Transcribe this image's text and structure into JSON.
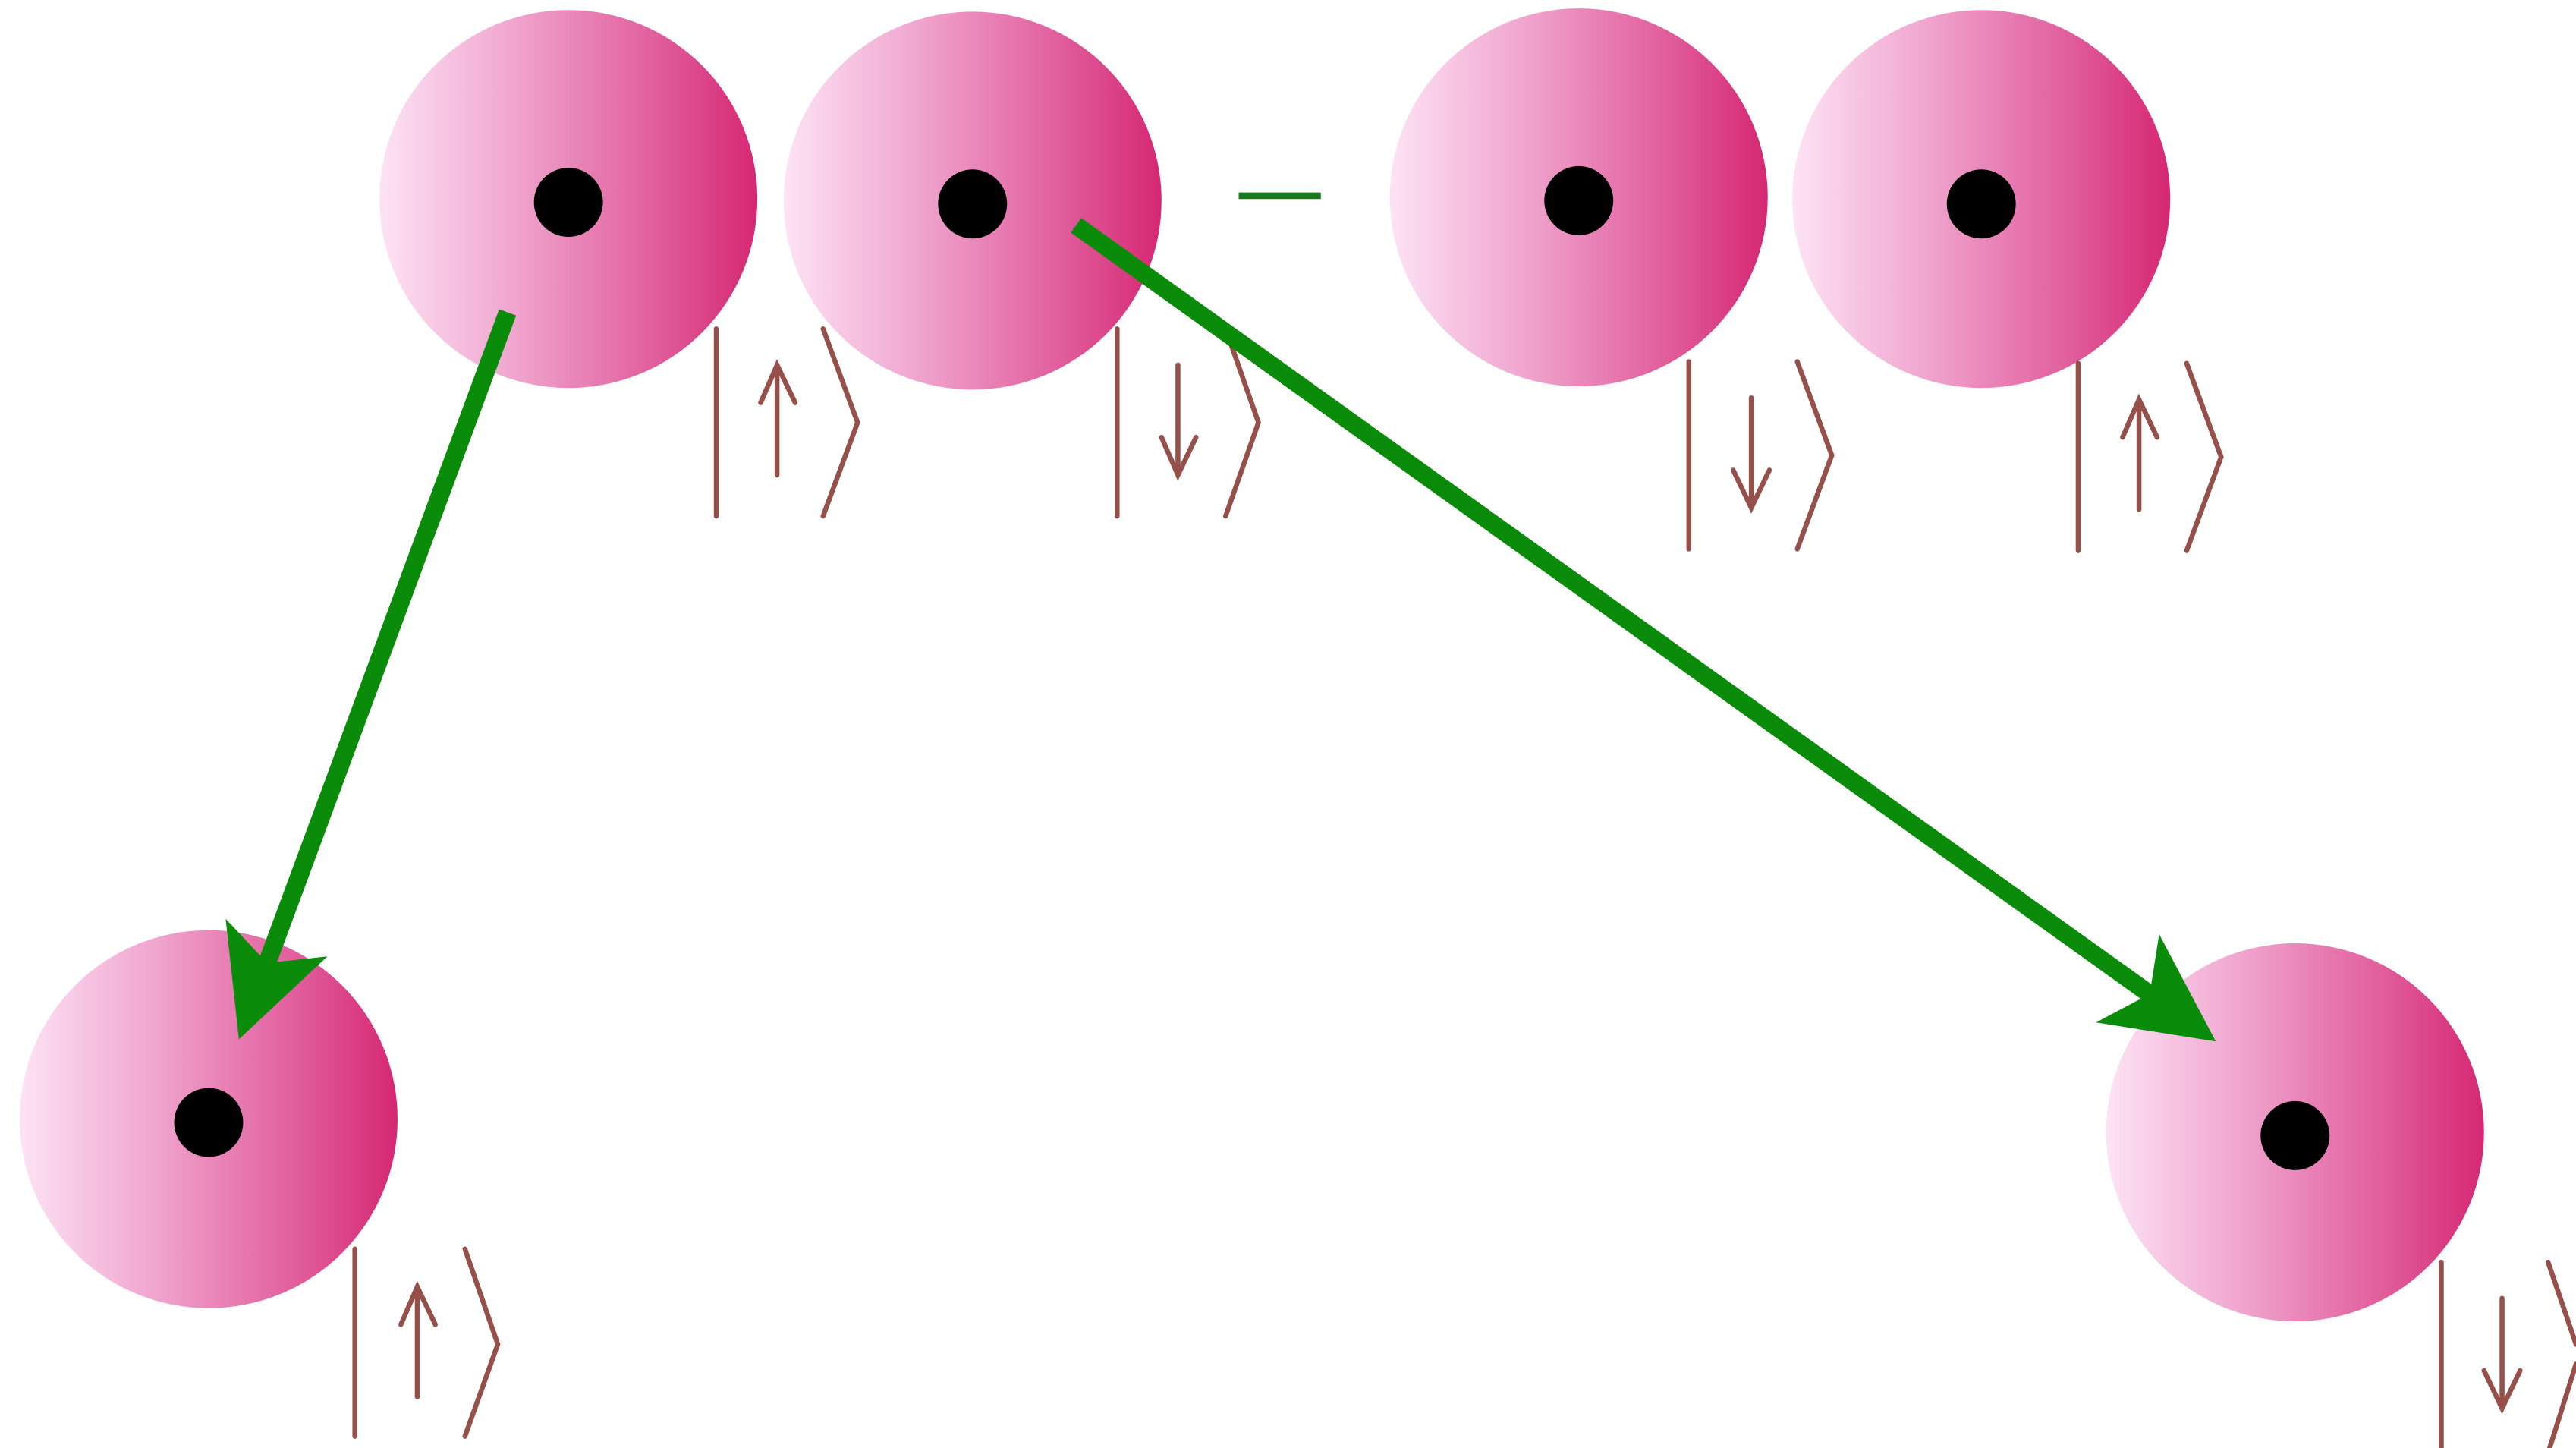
{
  "diagram": {
    "minus_sign_color": "#1b7a1b",
    "arrow_color": "#0a8c0a",
    "ket_color": "#96504a",
    "particle_gradient": [
      "#fde3f5",
      "#f0a6cf",
      "#e05a9a",
      "#d62772"
    ],
    "nucleus_color": "#000000",
    "particles": [
      {
        "role": "pair-1-left",
        "spin": "up"
      },
      {
        "role": "pair-1-right",
        "spin": "down"
      },
      {
        "role": "pair-2-left",
        "spin": "down"
      },
      {
        "role": "pair-2-right",
        "spin": "up"
      },
      {
        "role": "detected-left",
        "spin": "up"
      },
      {
        "role": "detected-right",
        "spin": "down"
      }
    ],
    "operator": "minus",
    "arrows": [
      {
        "from": "pair-1-left",
        "to": "detected-left"
      },
      {
        "from": "pair-1-right",
        "to": "detected-right"
      }
    ]
  }
}
